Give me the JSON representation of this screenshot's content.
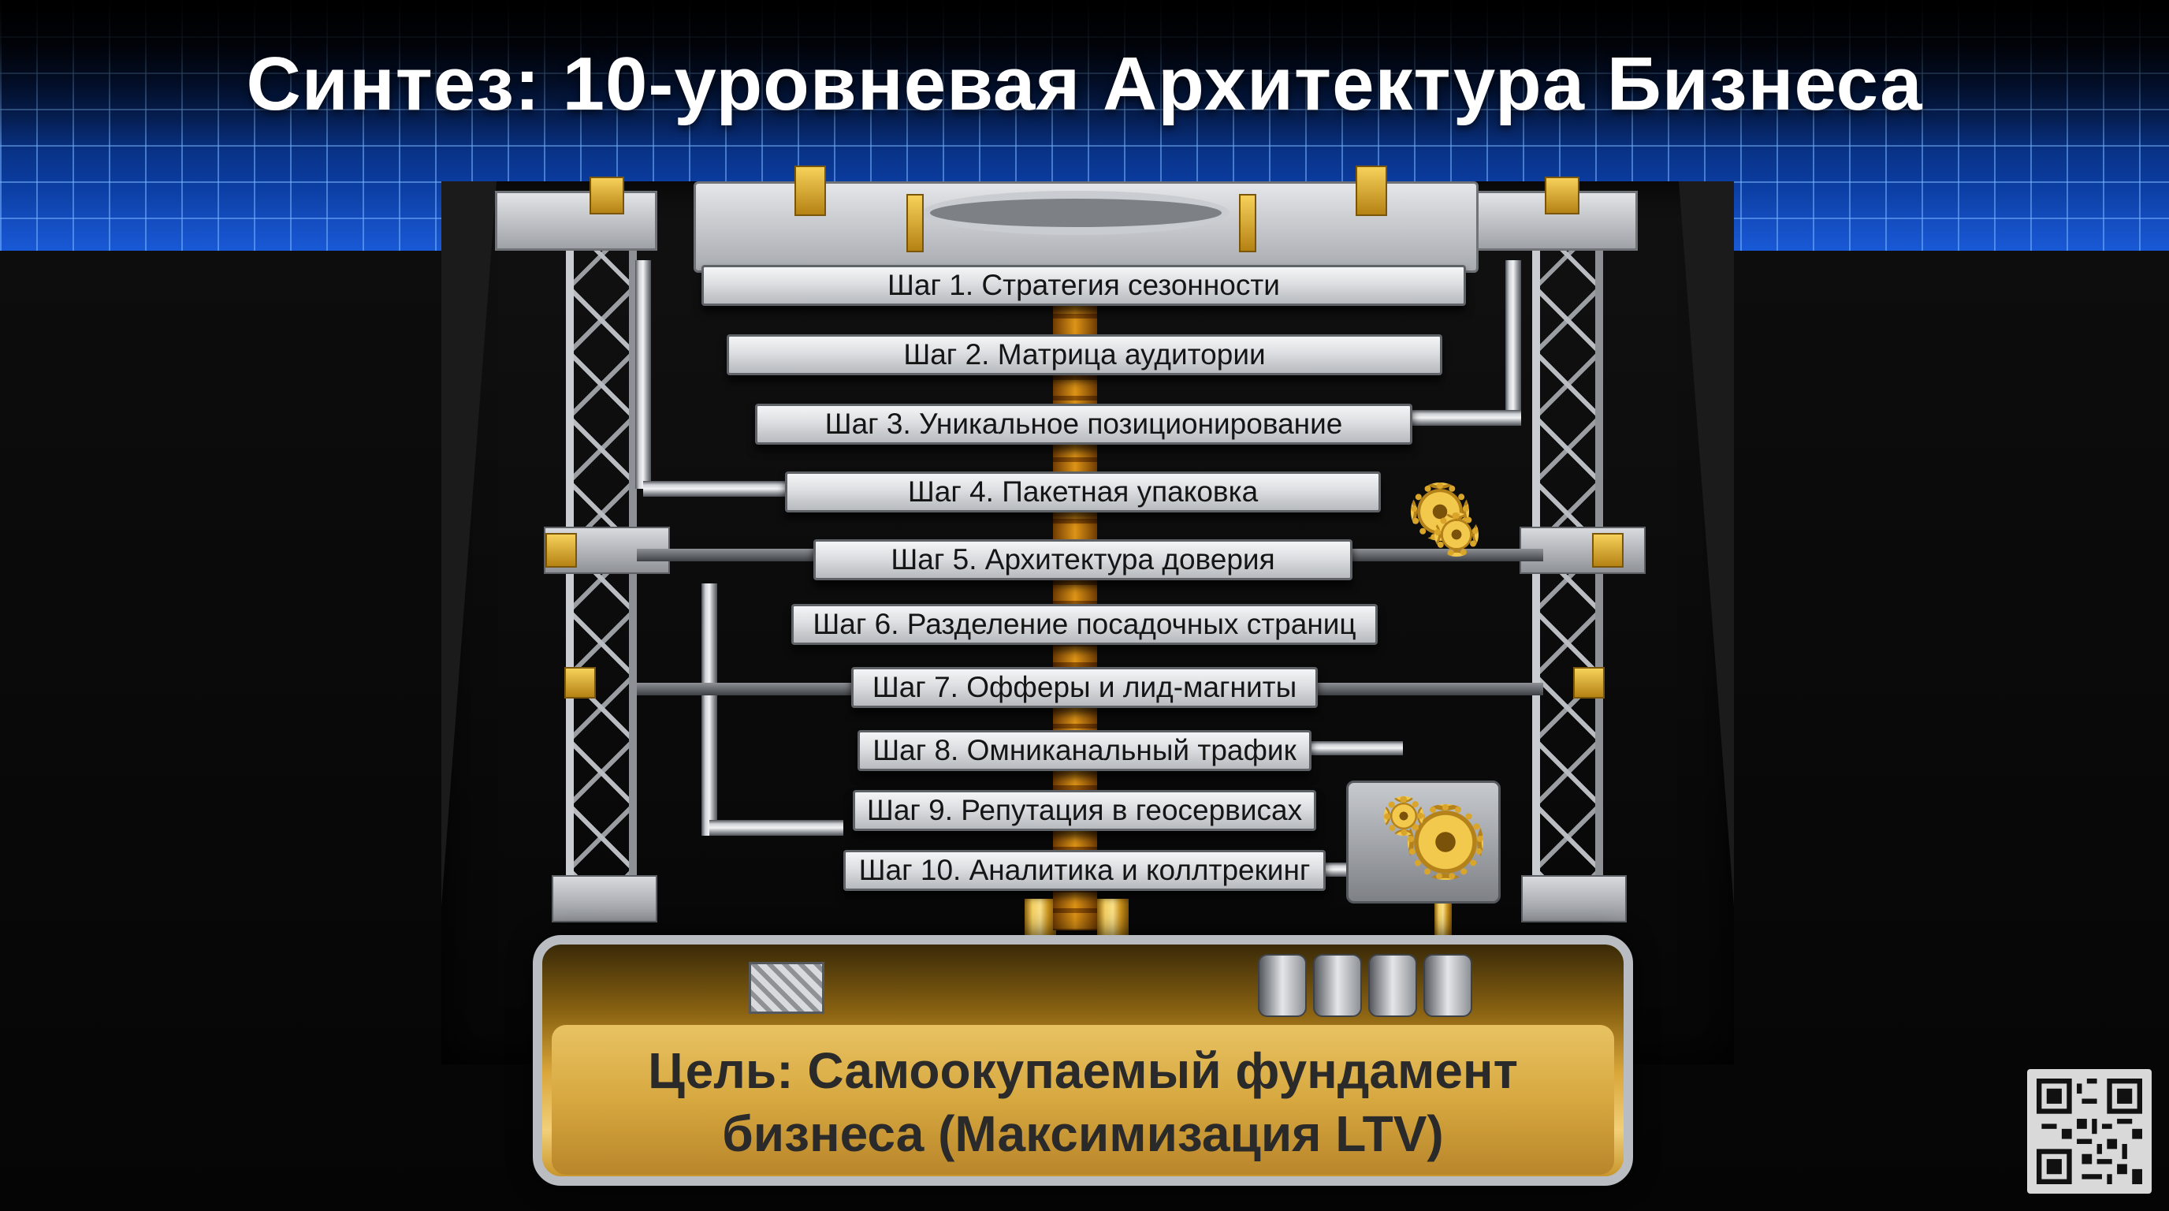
{
  "header": {
    "title": "Синтез: 10-уровневая Архитектура Бизнеса"
  },
  "levels": [
    {
      "label": "Шаг 1. Стратегия сезонности"
    },
    {
      "label": "Шаг 2. Матрица аудитории"
    },
    {
      "label": "Шаг 3. Уникальное позиционирование"
    },
    {
      "label": "Шаг 4. Пакетная упаковка"
    },
    {
      "label": "Шаг 5. Архитектура доверия"
    },
    {
      "label": "Шаг 6. Разделение посадочных страниц"
    },
    {
      "label": "Шаг 7. Офферы и лид-магниты"
    },
    {
      "label": "Шаг 8. Омниканальный трафик"
    },
    {
      "label": "Шаг 9. Репутация в геосервисах"
    },
    {
      "label": "Шаг 10. Аналитика и коллтрекинг"
    }
  ],
  "foundation": {
    "line1": "Цель: Самоокупаемый фундамент",
    "line2": "бизнеса (Максимизация LTV)"
  },
  "colors": {
    "gold": "#e6b53a",
    "steel": "#b7babe",
    "grid_blue": "#1a5ad8",
    "background": "#000000"
  },
  "icons": {
    "qr": "qr-code-icon",
    "gear": "gear-icon"
  }
}
